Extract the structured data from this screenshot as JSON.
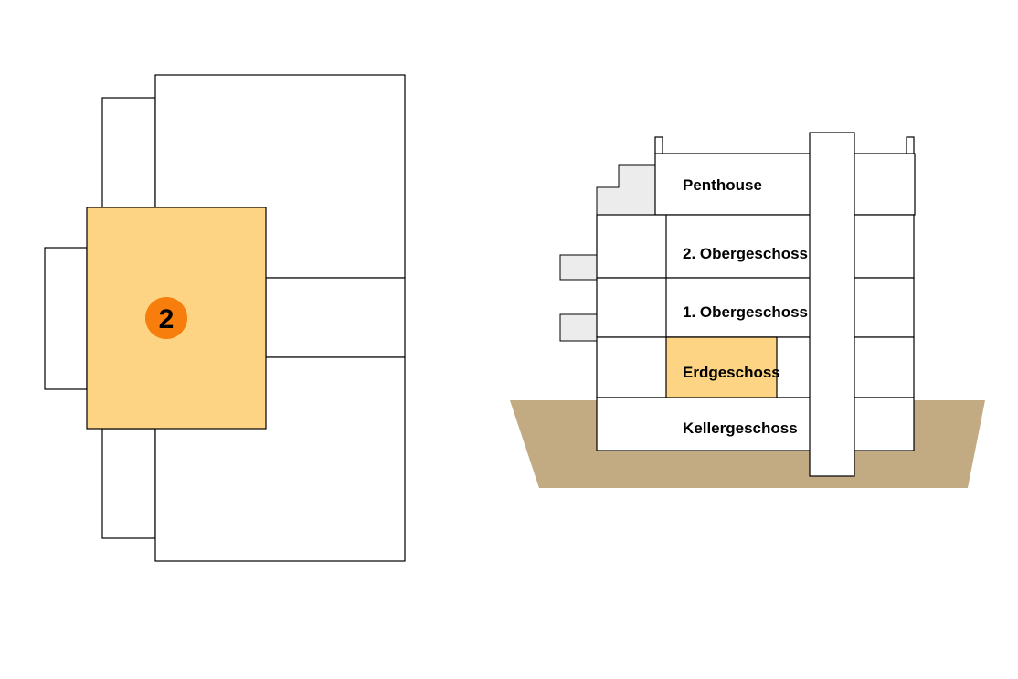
{
  "colors": {
    "highlight": "#fdd484",
    "badge": "#f77d0c",
    "ground": "#c2aa82",
    "balcony": "#ececec",
    "outline": "#000000",
    "background": "#ffffff"
  },
  "floor_plan": {
    "highlighted_unit": "2"
  },
  "section": {
    "floors": [
      {
        "key": "penthouse",
        "label": "Penthouse",
        "highlighted": false
      },
      {
        "key": "og2",
        "label": "2. Obergeschoss",
        "highlighted": false
      },
      {
        "key": "og1",
        "label": "1. Obergeschoss",
        "highlighted": false
      },
      {
        "key": "eg",
        "label": "Erdgeschoss",
        "highlighted": true
      },
      {
        "key": "kg",
        "label": "Kellergeschoss",
        "highlighted": false
      }
    ]
  }
}
